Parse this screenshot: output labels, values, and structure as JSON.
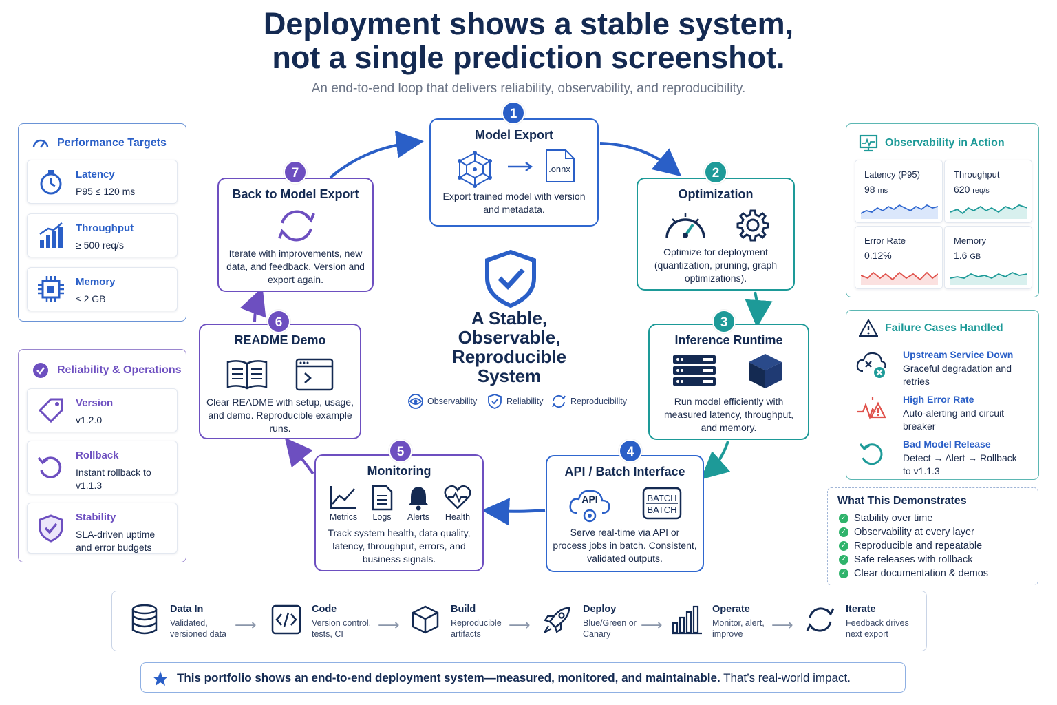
{
  "header": {
    "title_line1": "Deployment shows a stable system,",
    "title_line2": "not a single prediction screenshot.",
    "subtitle": "An end-to-end loop that delivers reliability, observability, and reproducibility."
  },
  "performance": {
    "title": "Performance Targets",
    "cards": [
      {
        "label": "Latency",
        "value": "P95  ≤ 120 ms",
        "icon": "stopwatch-icon"
      },
      {
        "label": "Throughput",
        "value": "≥ 500 req/s",
        "icon": "bar-chart-icon"
      },
      {
        "label": "Memory",
        "value": "≤ 2 GB",
        "icon": "chip-icon"
      }
    ]
  },
  "reliability": {
    "title": "Reliability & Operations",
    "cards": [
      {
        "label": "Version",
        "value": "v1.2.0",
        "icon": "tag-icon"
      },
      {
        "label": "Rollback",
        "value": "Instant rollback to v1.1.3",
        "icon": "rollback-icon"
      },
      {
        "label": "Stability",
        "value": "SLA-driven uptime and error budgets",
        "icon": "shield-icon"
      }
    ]
  },
  "steps": [
    {
      "num": "1",
      "title": "Model Export",
      "desc": "Export trained model with version and metadata.",
      "file_label": ".onnx"
    },
    {
      "num": "2",
      "title": "Optimization",
      "desc": "Optimize for deployment (quantization, pruning, graph optimizations)."
    },
    {
      "num": "3",
      "title": "Inference Runtime",
      "desc": "Run model efficiently with measured latency, throughput, and memory."
    },
    {
      "num": "4",
      "title": "API / Batch Interface",
      "desc": "Serve real-time via API or process jobs in batch. Consistent, validated outputs.",
      "api_label": "API",
      "batch_label": "BATCH"
    },
    {
      "num": "5",
      "title": "Monitoring",
      "desc": "Track system health, data quality, latency, throughput, errors, and business signals.",
      "items": [
        "Metrics",
        "Logs",
        "Alerts",
        "Health"
      ]
    },
    {
      "num": "6",
      "title": "README Demo",
      "desc": "Clear README with setup, usage, and demo. Reproducible example runs."
    },
    {
      "num": "7",
      "title": "Back to Model Export",
      "desc": "Iterate with improvements, new data, and feedback. Version and export again."
    }
  ],
  "center": {
    "title": "A Stable, Observable, Reproducible System",
    "legend": [
      "Observability",
      "Reliability",
      "Reproducibility"
    ]
  },
  "observability": {
    "title": "Observability in Action",
    "metrics": [
      {
        "label": "Latency (P95)",
        "value": "98",
        "unit": "ms",
        "color": "#2f67cf"
      },
      {
        "label": "Throughput",
        "value": "620",
        "unit": "req/s",
        "color": "#1d9a98"
      },
      {
        "label": "Error Rate",
        "value": "0.12%",
        "unit": "",
        "color": "#e0524c"
      },
      {
        "label": "Memory",
        "value": "1.6",
        "unit": "GB",
        "color": "#1d9a98"
      }
    ]
  },
  "failures": {
    "title": "Failure Cases Handled",
    "items": [
      {
        "title": "Upstream Service Down",
        "desc": "Graceful degradation and retries"
      },
      {
        "title": "High Error Rate",
        "desc": "Auto-alerting and circuit breaker"
      },
      {
        "title": "Bad Model Release",
        "desc": "Detect → Alert → Rollback to v1.1.3"
      }
    ]
  },
  "demonstrates": {
    "title": "What This Demonstrates",
    "items": [
      "Stability over time",
      "Observability at every layer",
      "Reproducible and repeatable",
      "Safe releases with rollback",
      "Clear documentation & demos"
    ]
  },
  "pipeline": [
    {
      "title": "Data In",
      "desc1": "Validated,",
      "desc2": "versioned data"
    },
    {
      "title": "Code",
      "desc1": "Version control,",
      "desc2": "tests, CI"
    },
    {
      "title": "Build",
      "desc1": "Reproducible",
      "desc2": "artifacts"
    },
    {
      "title": "Deploy",
      "desc1": "Blue/Green or",
      "desc2": "Canary"
    },
    {
      "title": "Operate",
      "desc1": "Monitor, alert,",
      "desc2": "improve"
    },
    {
      "title": "Iterate",
      "desc1": "Feedback drives",
      "desc2": "next export"
    }
  ],
  "banner": {
    "bold": "This portfolio shows an end-to-end deployment system—measured, monitored, and maintainable.",
    "rest": " That’s real-world impact."
  },
  "colors": {
    "navy": "#142a52",
    "blue": "#2a5fc7",
    "teal": "#1d9a98",
    "purple": "#6d4fc0",
    "red": "#e0524c",
    "green": "#2fb36b"
  }
}
